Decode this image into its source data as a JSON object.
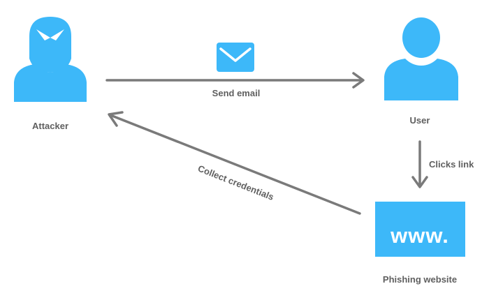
{
  "nodes": {
    "attacker": {
      "label": "Attacker"
    },
    "user": {
      "label": "User"
    },
    "phishing_site": {
      "label": "Phishing website",
      "screen_text": "www."
    }
  },
  "edges": {
    "send_email": {
      "label": "Send email"
    },
    "clicks_link": {
      "label": "Clicks link"
    },
    "collect_credentials": {
      "label": "Collect credentials"
    }
  },
  "icons": {
    "attacker": "hooded-person-icon",
    "user": "person-icon",
    "email": "envelope-icon"
  },
  "colors": {
    "accent": "#3db8f9",
    "arrow": "#7a7a7a",
    "text": "#5f5f5f"
  }
}
